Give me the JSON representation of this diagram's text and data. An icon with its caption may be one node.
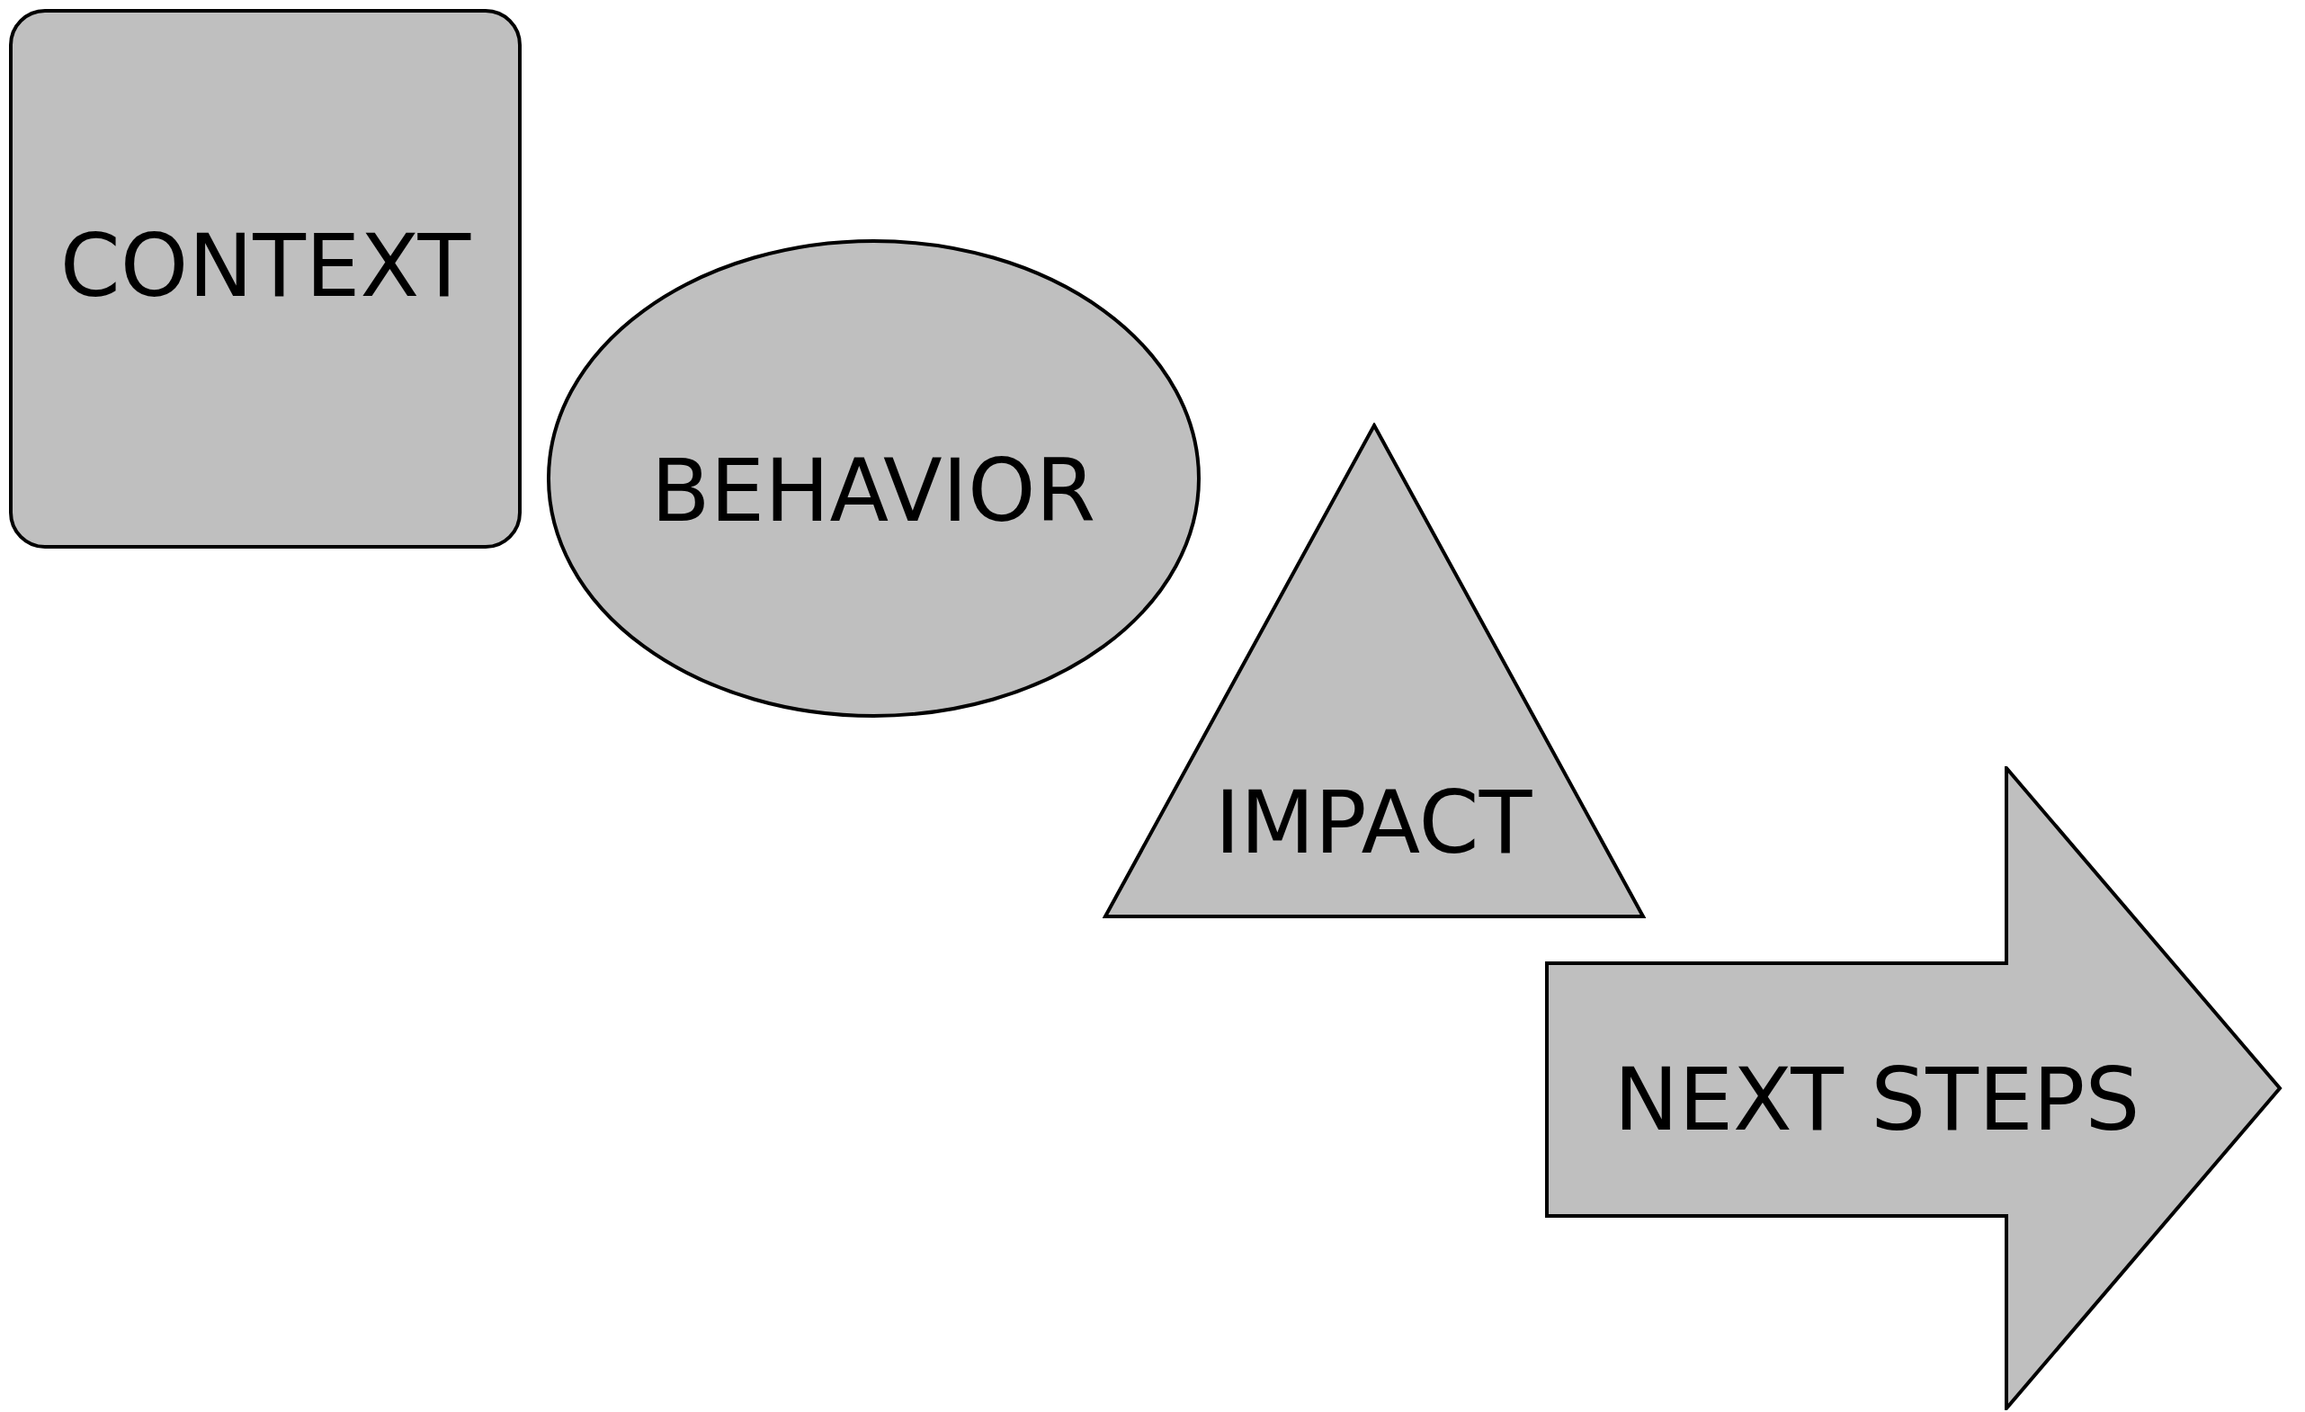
{
  "diagram": {
    "nodes": [
      {
        "text": [
          "CONTEXT"
        ]
      },
      {
        "text": [
          "BEHAVIOR"
        ]
      },
      {
        "text": [
          "IMPACT"
        ]
      },
      {
        "text": [
          "NEXT STEPS"
        ]
      }
    ]
  }
}
